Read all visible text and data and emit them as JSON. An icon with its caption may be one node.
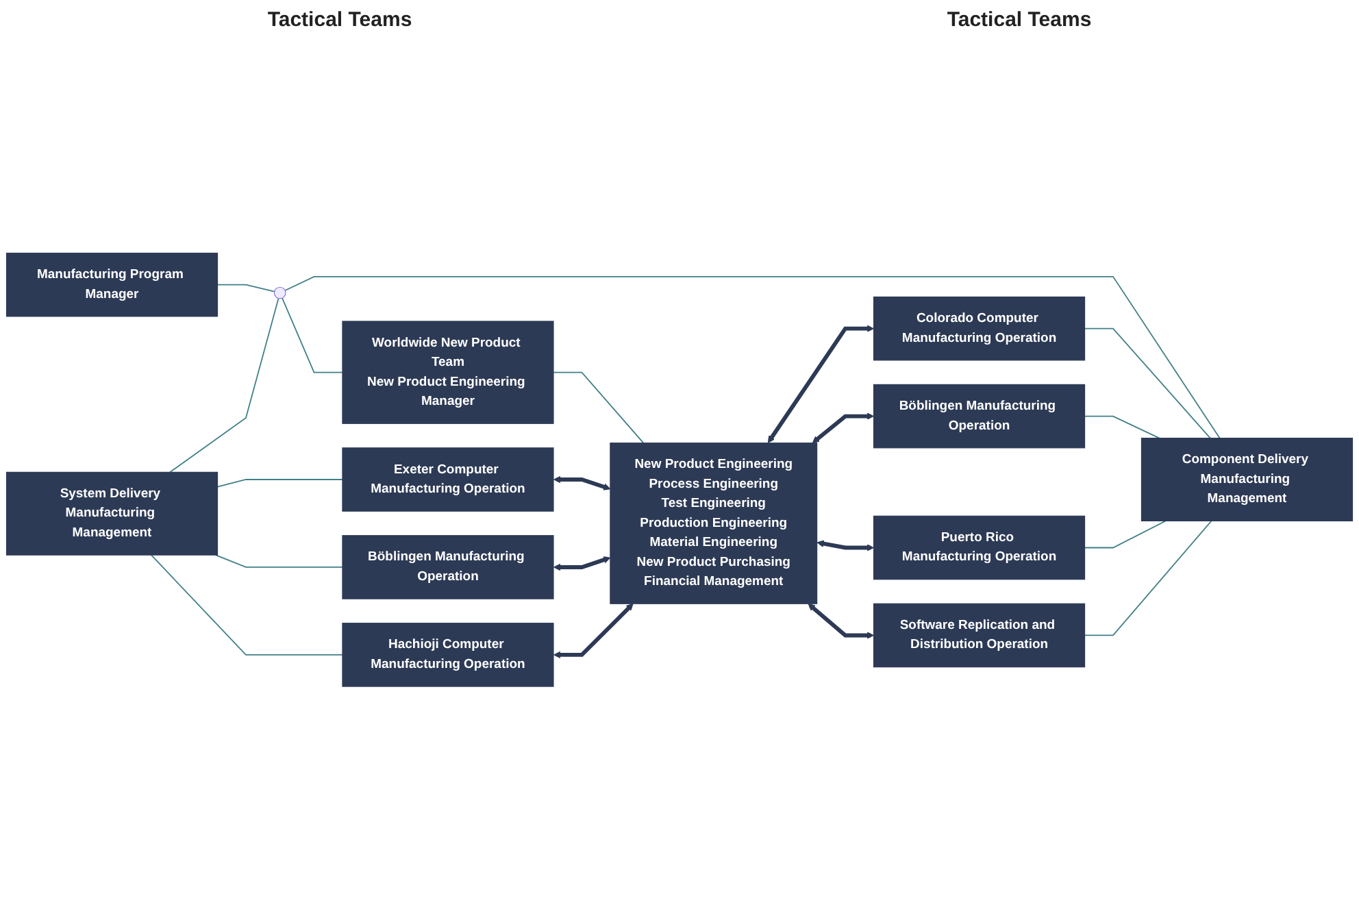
{
  "diagram": {
    "nodes": [
      {
        "text": [
          "Manufacturing Program Manager"
        ]
      },
      {
        "text": [
          "System Delivery Manufacturing Management"
        ]
      },
      {
        "text": [],
        "shape": "circle"
      },
      {
        "text": [
          "Component Delivery Manufacturing Management"
        ]
      },
      {
        "text": [
          "Worldwide New Product Team",
          "New Product Engineering Manager"
        ]
      },
      {
        "text": [
          "New Product Engineering",
          "Process Engineering",
          "Test Engineering",
          "Production Engineering",
          "Material Engineering",
          "New Product Purchasing",
          "Financial Management"
        ]
      },
      {
        "text": [
          "Exeter Computer Manufacturing Operation"
        ]
      },
      {
        "text": [
          "Böblingen Manufacturing Operation"
        ]
      },
      {
        "text": [
          "Hachioji Computer Manufacturing Operation"
        ]
      },
      {
        "text": [
          "Colorado Computer Manufacturing Operation"
        ]
      },
      {
        "text": [
          "Böblingen Manufacturing Operation"
        ]
      },
      {
        "text": [
          "Puerto Rico Manufacturing Operation"
        ]
      },
      {
        "text": [
          "Software Replication and Distribution Operation"
        ]
      }
    ],
    "edges": [
      {
        "from": 0,
        "to": 2,
        "arrow": "none"
      },
      {
        "from": 1,
        "to": 2,
        "arrow": "none"
      },
      {
        "from": 2,
        "to": 3,
        "arrow": "none"
      },
      {
        "from": 2,
        "to": 4,
        "arrow": "none"
      },
      {
        "from": 4,
        "to": 5,
        "arrow": "none"
      },
      {
        "from": 5,
        "to": 9,
        "arrow": "both",
        "style": "thick",
        "color": "#2d3a55"
      },
      {
        "from": 5,
        "to": 10,
        "arrow": "both",
        "style": "thick",
        "color": "#2d3a55"
      },
      {
        "from": 5,
        "to": 11,
        "arrow": "both",
        "style": "thick",
        "color": "#2d3a55"
      },
      {
        "from": 5,
        "to": 12,
        "arrow": "both",
        "style": "thick",
        "color": "#2d3a55"
      },
      {
        "from": 1,
        "to": 6,
        "arrow": "none"
      },
      {
        "from": 1,
        "to": 7,
        "arrow": "none"
      },
      {
        "from": 1,
        "to": 8,
        "arrow": "none"
      },
      {
        "from": 6,
        "to": 5,
        "arrow": "both",
        "style": "thick",
        "color": "#2d3a55"
      },
      {
        "from": 7,
        "to": 5,
        "arrow": "both",
        "style": "thick",
        "color": "#2d3a55"
      },
      {
        "from": 8,
        "to": 5,
        "arrow": "both",
        "style": "thick",
        "color": "#2d3a55"
      },
      {
        "from": 9,
        "to": 3,
        "arrow": "none"
      },
      {
        "from": 10,
        "to": 3,
        "arrow": "none"
      },
      {
        "from": 11,
        "to": 3,
        "arrow": "none"
      },
      {
        "from": 12,
        "to": 3,
        "arrow": "none"
      }
    ],
    "labels": [
      "Tactical Teams",
      "Tactical Teams"
    ]
  }
}
